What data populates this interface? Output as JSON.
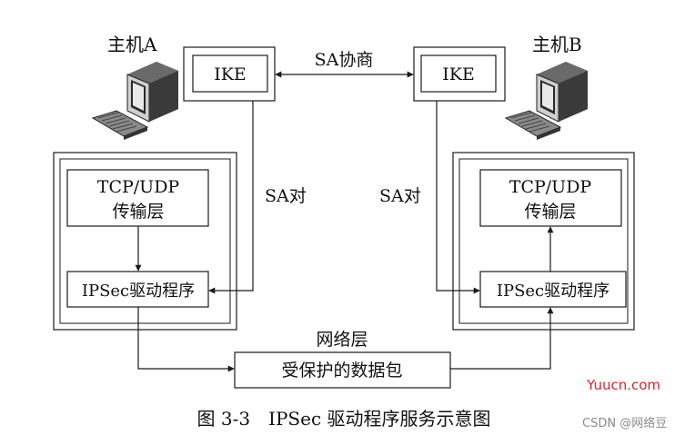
{
  "hostA": {
    "label": "主机A"
  },
  "hostB": {
    "label": "主机B"
  },
  "ike_left": "IKE",
  "ike_right": "IKE",
  "sa_negotiation": "SA协商",
  "sa_pair_left": "SA对",
  "sa_pair_right": "SA对",
  "tcp_left": {
    "line1": "TCP/UDP",
    "line2": "传输层"
  },
  "tcp_right": {
    "line1": "TCP/UDP",
    "line2": "传输层"
  },
  "ipsec_left": "IPSec驱动程序",
  "ipsec_right": "IPSec驱动程序",
  "network_layer": "网络层",
  "protected_packet": "受保护的数据包",
  "caption": "图 3-3　IPSec 驱动程序服务示意图",
  "watermark_site": "Yuucn.com",
  "watermark_author": "CSDN @网络豆",
  "colors": {
    "line": "#1a1a1a",
    "watermark_red": "#d6262b",
    "watermark_gray": "#8a8a8a"
  }
}
